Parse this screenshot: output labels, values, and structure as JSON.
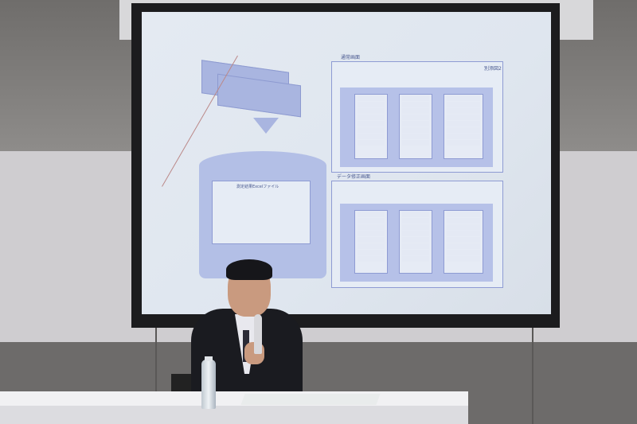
{
  "scene": {
    "description_colors": {
      "wall": "#cfcdd0",
      "screen": "#e2e8f1",
      "slide_accent": "#8e9bd3",
      "suit": "#1a1b20"
    }
  },
  "slide": {
    "figure_label": "別添図2",
    "normal_screen_label": "通常画面",
    "data_edit_screen_label": "データ修正画面",
    "excel_file_label": "測定結果Excelファイル"
  }
}
